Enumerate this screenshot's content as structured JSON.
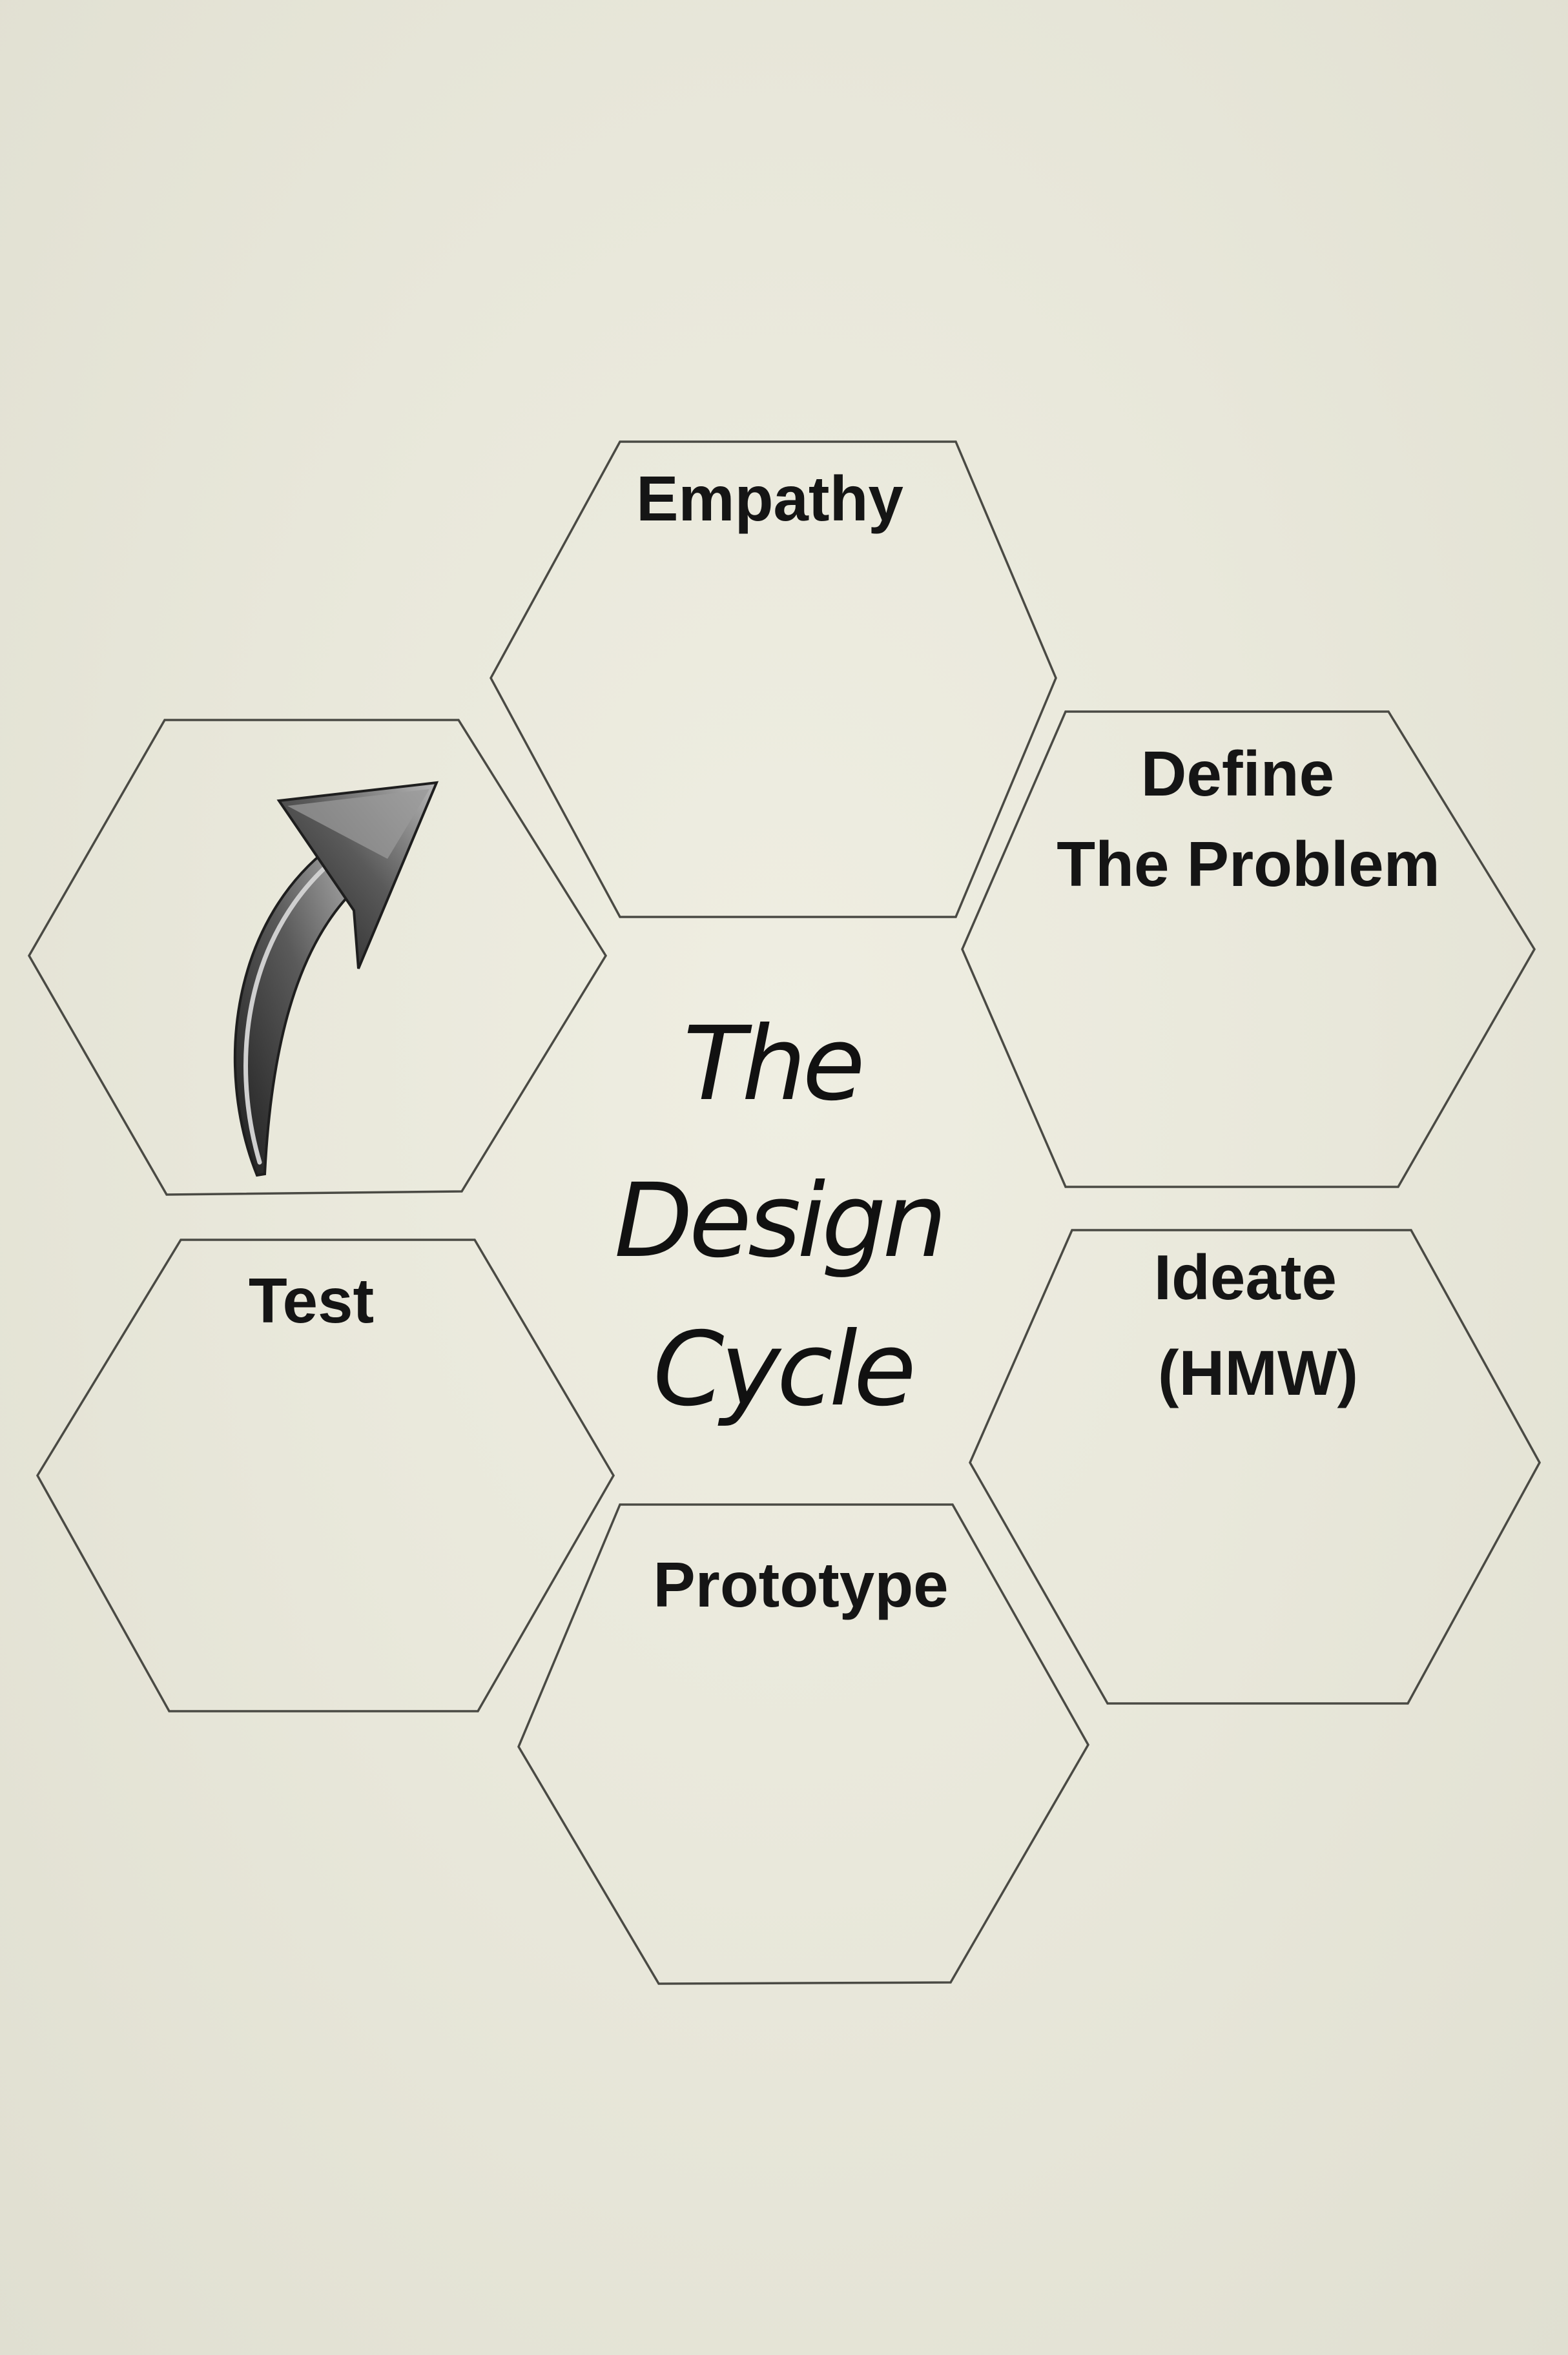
{
  "diagram": {
    "center_title": {
      "lines": [
        "The",
        "Design",
        "Cycle"
      ]
    },
    "stages": {
      "empathy": {
        "lines": [
          "Empathy"
        ]
      },
      "define": {
        "lines": [
          "Define",
          "The Problem"
        ]
      },
      "ideate": {
        "lines": [
          "Ideate",
          "(HMW)"
        ]
      },
      "prototype": {
        "lines": [
          "Prototype"
        ]
      },
      "test": {
        "lines": [
          "Test"
        ]
      }
    },
    "icon": "curved-arrow-icon",
    "colors": {
      "background": "#e9e8db",
      "outline": "#4a4a44",
      "text": "#151515",
      "arrow_dark": "#2a2a2a",
      "arrow_light": "#9a9a9a"
    }
  }
}
